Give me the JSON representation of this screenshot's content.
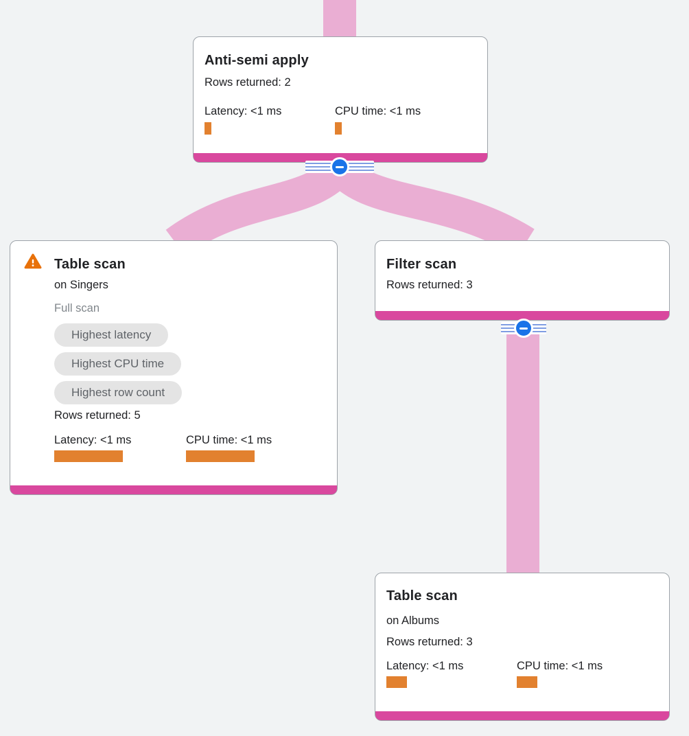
{
  "colors": {
    "background": "#f1f3f4",
    "edge": "#eaaed3",
    "accent": "#d9489e",
    "bar": "#e2812f",
    "collapse": "#1a73e8",
    "stripe": "#7f9de2",
    "border": "#9da3a9",
    "chip_bg": "#e4e4e4",
    "chip_text": "#5f6368",
    "title_text": "#202124",
    "body_text": "#202124",
    "muted_text": "#80868b",
    "warning": "#e8710a"
  },
  "nodes": {
    "anti_semi_apply": {
      "title": "Anti-semi apply",
      "rows_returned": "Rows returned: 2",
      "latency_label": "Latency: <1 ms",
      "cpu_label": "CPU time: <1 ms",
      "latency_bar_w": 10,
      "cpu_bar_w": 10
    },
    "table_scan_singers": {
      "title": "Table scan",
      "subtitle": "on Singers",
      "scan_type": "Full scan",
      "chips": [
        "Highest latency",
        "Highest CPU time",
        "Highest row count"
      ],
      "rows_returned": "Rows returned: 5",
      "latency_label": "Latency: <1 ms",
      "cpu_label": "CPU time: <1 ms",
      "latency_bar_w": 100,
      "cpu_bar_w": 100
    },
    "filter_scan": {
      "title": "Filter scan",
      "rows_returned": "Rows returned: 3"
    },
    "table_scan_albums": {
      "title": "Table scan",
      "subtitle": "on Albums",
      "rows_returned": "Rows returned: 3",
      "latency_label": "Latency: <1 ms",
      "cpu_label": "CPU time: <1 ms",
      "latency_bar_w": 30,
      "cpu_bar_w": 30
    }
  }
}
